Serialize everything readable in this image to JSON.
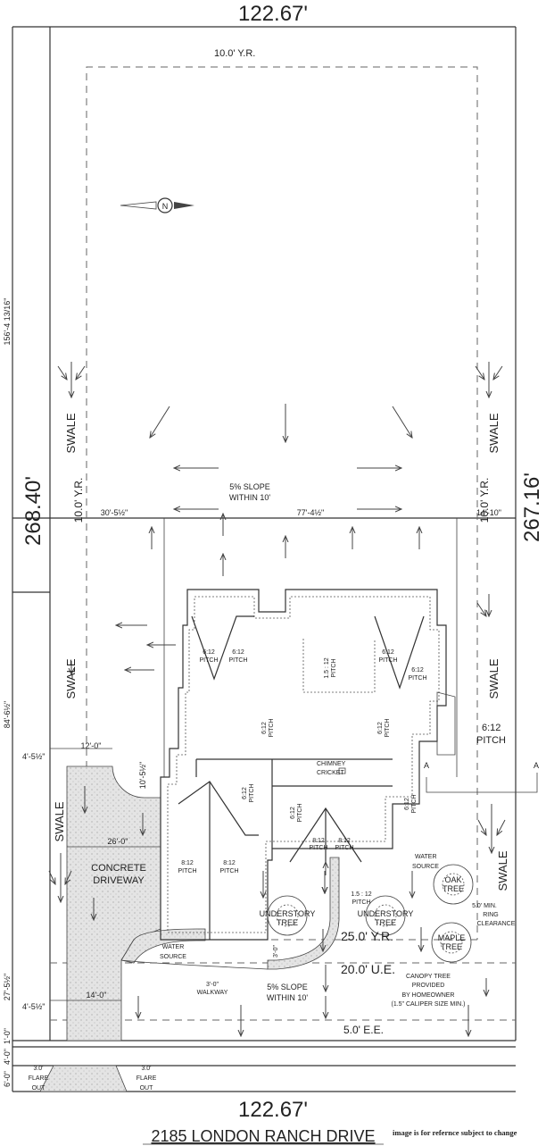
{
  "dimensions": {
    "top": "122.67'",
    "bottom": "122.67'",
    "left": "268.40'",
    "right": "267.16'",
    "left_upper": "156'-4 13/16\"",
    "left_lower": "84'-6½\"",
    "left_bottom": "27'-5½\"",
    "road_1": "1'-0\"",
    "road_2": "4'-0\"",
    "road_3": "6'-0\"",
    "setback_left": "30'-5½\"",
    "setback_mid": "77'-4½\"",
    "setback_right": "14'-10\"",
    "drive_offset_top": "4'-5½\"",
    "drive_offset_bottom": "4'-5½\"",
    "drive_width_top": "12'-0\"",
    "drive_width": "26'-0\"",
    "drive_width_bottom": "14'-0\"",
    "drive_depth": "10'-5½\"",
    "walk_width": "3'-0\""
  },
  "labels": {
    "rear_setback": "10.0' Y.R.",
    "side_setback_left": "10.0' Y.R.",
    "side_setback_right": "10.0' Y.R.",
    "front_setback": "25.0' Y.R.",
    "utility_easement": "20.0' U.E.",
    "electric_easement": "5.0' E.E.",
    "swale": "SWALE",
    "slope_rear": [
      "5% SLOPE",
      "WITHIN 10'"
    ],
    "slope_front": [
      "5% SLOPE",
      "WITHIN 10'"
    ],
    "driveway": [
      "CONCRETE",
      "DRIVEWAY"
    ],
    "walkway": [
      "3'-0\"",
      "WALKWAY"
    ],
    "water_source_left": [
      "WATER",
      "SOURCE"
    ],
    "water_source_right": [
      "WATER",
      "SOURCE"
    ],
    "chimney": [
      "CHIMNEY",
      "CRICKET"
    ],
    "section_mark": "A",
    "pitch_word": "PITCH",
    "pitch_612": "6:12",
    "pitch_812": "8:12",
    "pitch_1512": "1.5 : 12",
    "ring": [
      "5.0' MIN.",
      "RING",
      "CLEARANCE"
    ],
    "canopy": [
      "CANOPY TREE",
      "PROVIDED",
      "BY HOMEOWNER",
      "(1.5\" CALIPER SIZE MIN.)"
    ],
    "flare": [
      "3.0'",
      "FLARE",
      "OUT"
    ],
    "north": "N"
  },
  "trees": {
    "understory": [
      "UNDERSTORY",
      "TREE"
    ],
    "oak": [
      "OAK",
      "TREE"
    ],
    "maple": [
      "MAPLE",
      "TREE"
    ]
  },
  "title": "2185 LONDON RANCH DRIVE",
  "disclaimer": "image is for refernce subject to change"
}
